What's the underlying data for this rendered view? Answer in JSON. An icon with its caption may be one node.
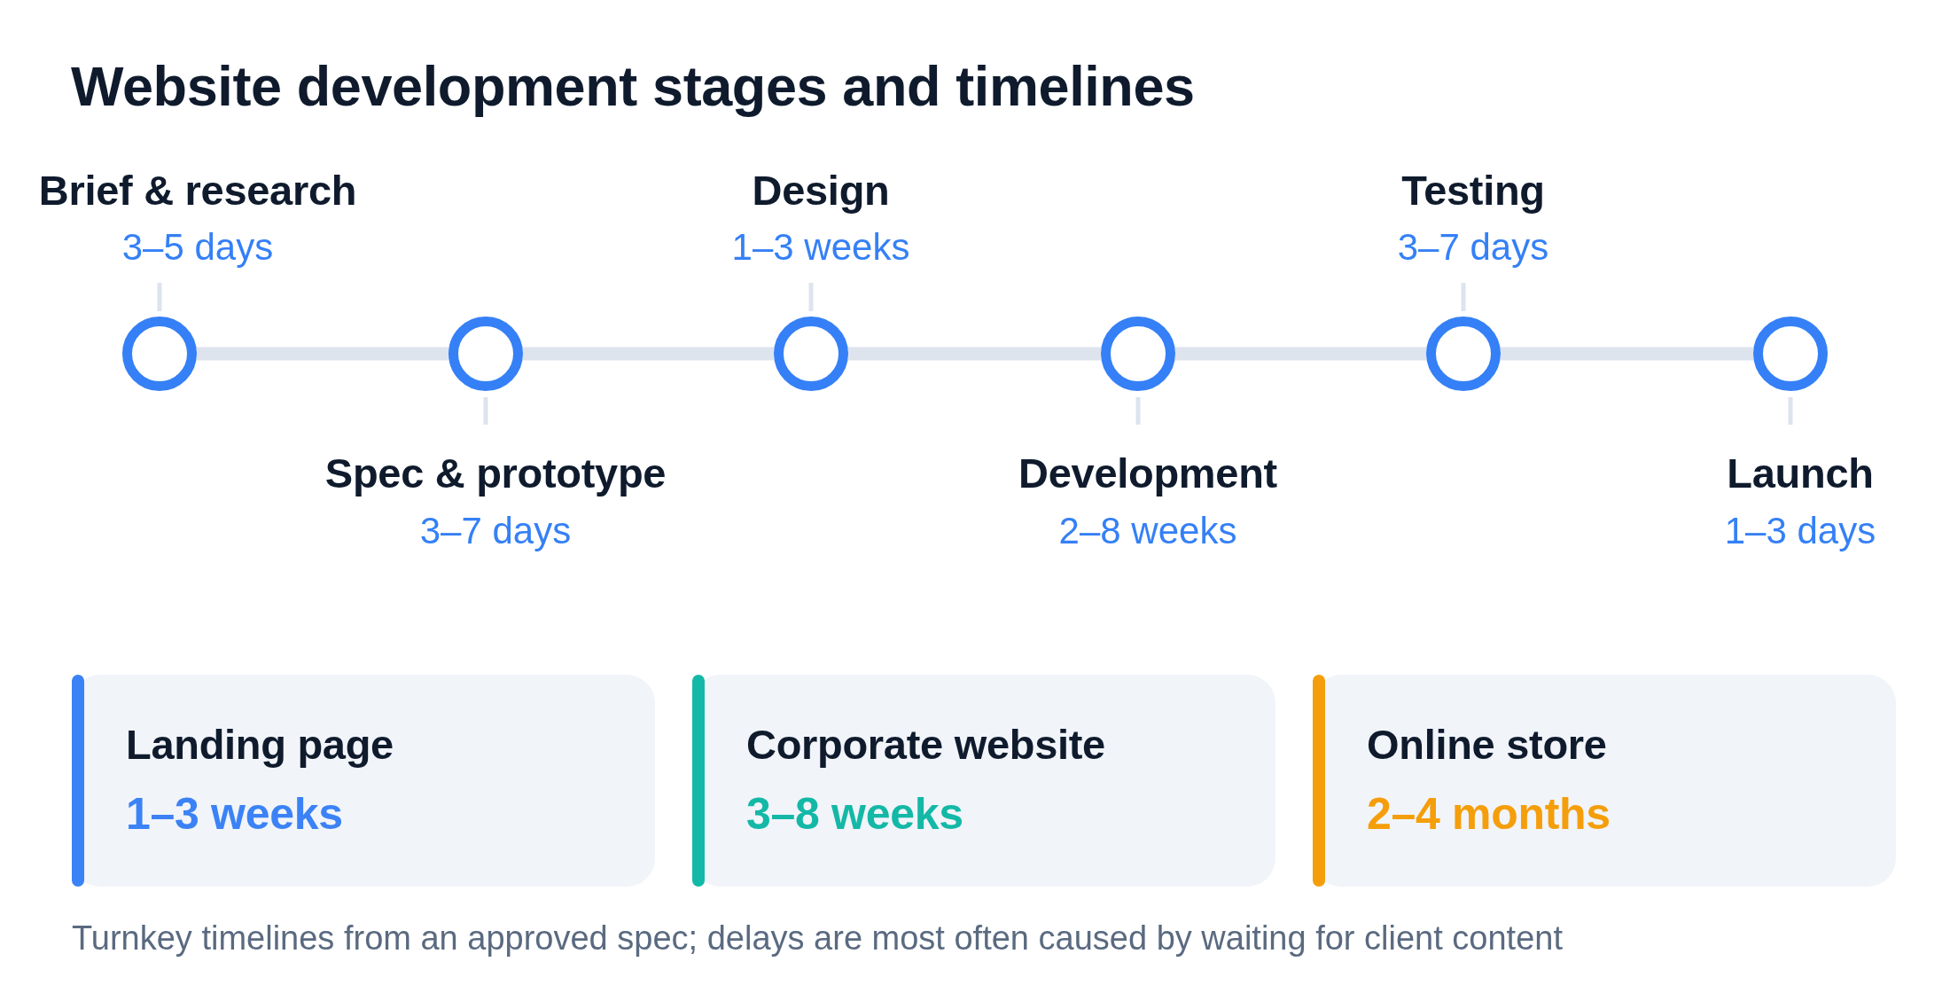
{
  "diagram": {
    "title": "Website development stages and timelines",
    "caption": "Turnkey timelines from an approved spec; delays are most often caused by waiting for client content",
    "nodes": [
      {
        "text": [
          "Brief & research"
        ],
        "beside": [
          "3–5 days"
        ]
      },
      {
        "text": [
          "Spec & prototype"
        ],
        "beside": [
          "3–7 days"
        ]
      },
      {
        "text": [
          "Design"
        ],
        "beside": [
          "1–3 weeks"
        ]
      },
      {
        "text": [
          "Development"
        ],
        "beside": [
          "2–8 weeks"
        ]
      },
      {
        "text": [
          "Testing"
        ],
        "beside": [
          "3–7 days"
        ]
      },
      {
        "text": [
          "Launch"
        ],
        "beside": [
          "1–3 days"
        ]
      },
      {
        "text": [
          "Landing page",
          "1–3 weeks"
        ]
      },
      {
        "text": [
          "Corporate website",
          "3–8 weeks"
        ]
      },
      {
        "text": [
          "Online store",
          "2–4 months"
        ]
      }
    ],
    "edges": [
      {
        "from": 0,
        "to": 1,
        "arrow": "none"
      },
      {
        "from": 1,
        "to": 2,
        "arrow": "none"
      },
      {
        "from": 2,
        "to": 3,
        "arrow": "none"
      },
      {
        "from": 3,
        "to": 4,
        "arrow": "none"
      },
      {
        "from": 4,
        "to": 5,
        "arrow": "none"
      }
    ]
  }
}
